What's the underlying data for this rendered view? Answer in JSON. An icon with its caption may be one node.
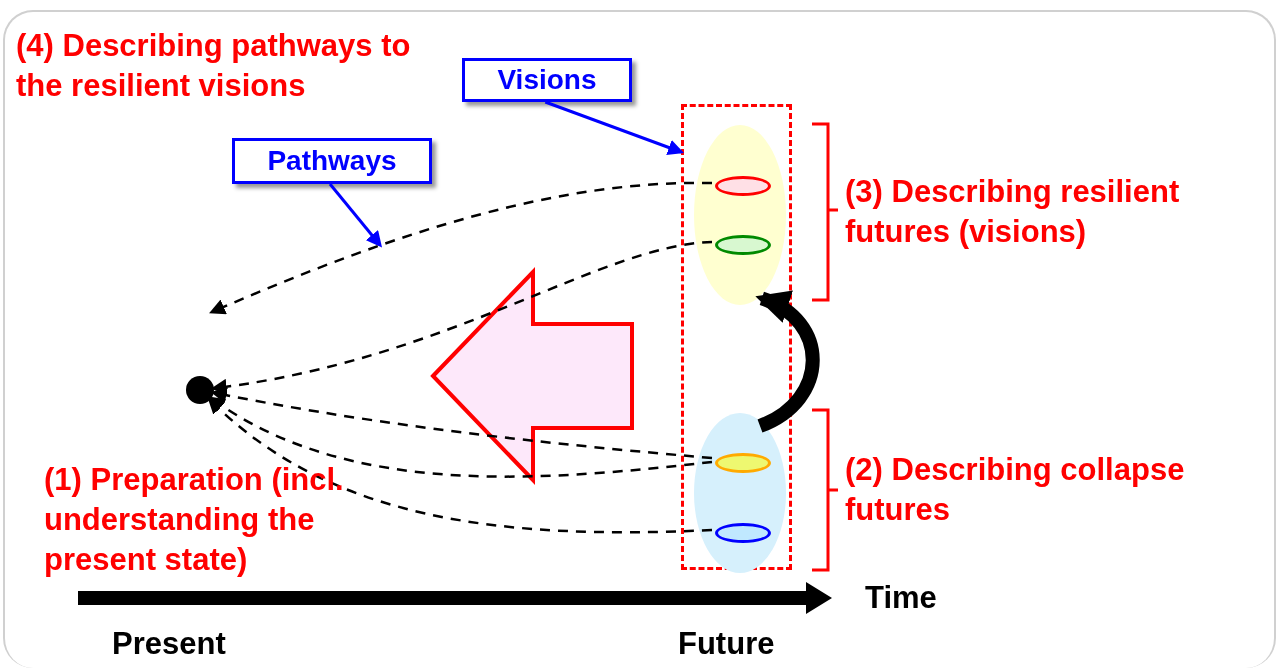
{
  "diagram": {
    "nodes": [
      {
        "text": [
          "Visions"
        ]
      },
      {
        "text": [
          "Pathways"
        ]
      },
      {
        "text": [],
        "shape": "box"
      },
      {
        "text": [],
        "shape": "ellipse",
        "in": 2
      },
      {
        "text": [],
        "shape": "ellipse",
        "in": 3
      },
      {
        "text": [],
        "shape": "ellipse",
        "in": 3
      },
      {
        "text": [],
        "shape": "ellipse",
        "in": 2
      },
      {
        "text": [],
        "shape": "ellipse",
        "in": 6
      },
      {
        "text": [],
        "shape": "ellipse",
        "in": 6
      },
      {
        "text": [],
        "shape": "circle"
      }
    ],
    "edges": [
      {
        "from": 0,
        "to": 2,
        "arrow": "to",
        "color": "#0000ff"
      },
      {
        "from": 1,
        "to": null,
        "arrow": "to",
        "color": "#0000ff"
      },
      {
        "from": 4,
        "to": null,
        "arrow": "to",
        "style": "dashed"
      },
      {
        "from": 5,
        "to": 9,
        "arrow": "to",
        "style": "dashed"
      },
      {
        "from": 7,
        "to": 9,
        "arrow": "to",
        "style": "dashed"
      },
      {
        "from": 7,
        "to": 9,
        "arrow": "to",
        "style": "dashed"
      },
      {
        "from": 8,
        "to": 9,
        "arrow": "to",
        "style": "dashed"
      },
      {
        "from": 6,
        "to": 3,
        "arrow": "to",
        "style": "thick"
      }
    ],
    "labels": [
      "(4) Describing pathways to the resilient visions",
      "(3) Describing resilient futures (visions)",
      "(2) Describing collapse futures",
      "(1) Preparation (incl. understanding the present state)",
      "Time",
      "Present",
      "Future"
    ]
  }
}
